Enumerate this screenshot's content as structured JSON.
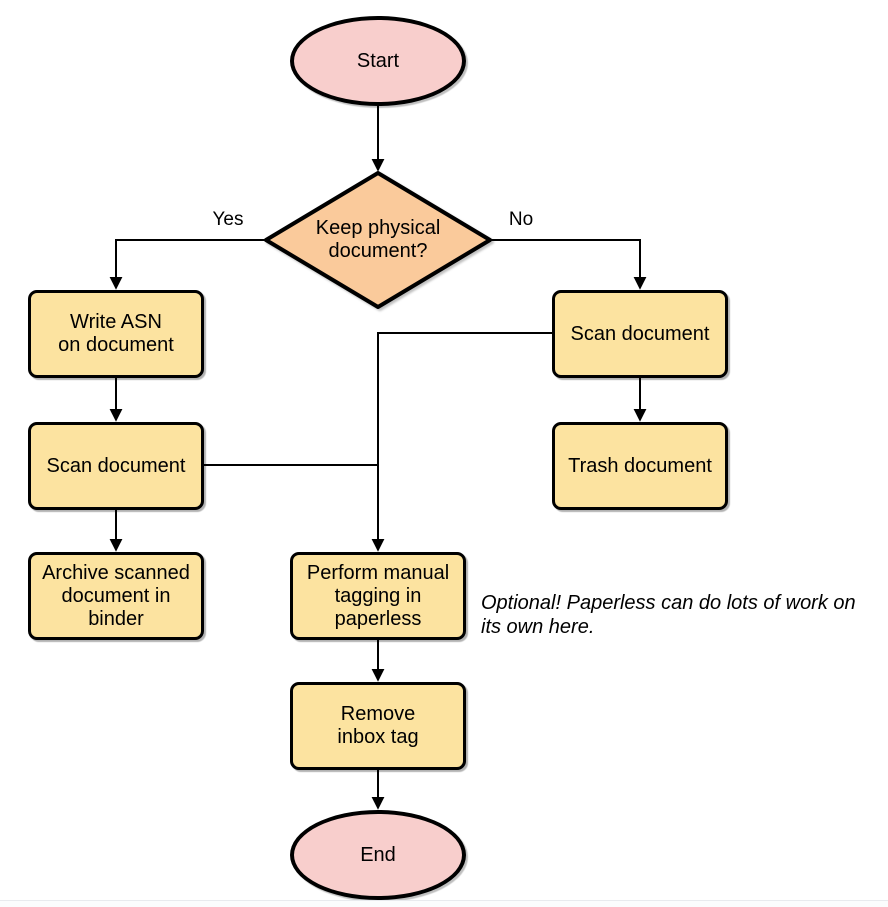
{
  "flowchart": {
    "nodes": {
      "start": "Start",
      "decision": "Keep physical\ndocument?",
      "write_asn": "Write ASN\non document",
      "scan_left": "Scan document",
      "archive": "Archive scanned\ndocument in\nbinder",
      "scan_right": "Scan document",
      "trash": "Trash document",
      "tagging": "Perform manual\ntagging in\npaperless",
      "remove_inbox": "Remove\ninbox tag",
      "end": "End"
    },
    "edge_labels": {
      "yes": "Yes",
      "no": "No"
    },
    "annotation": "Optional! Paperless can do lots of work on\nits own here.",
    "colors": {
      "terminal_fill": "#F8CECC",
      "decision_fill": "#FACA9B",
      "process_fill": "#FCE3A0",
      "outline": "#000000"
    }
  }
}
